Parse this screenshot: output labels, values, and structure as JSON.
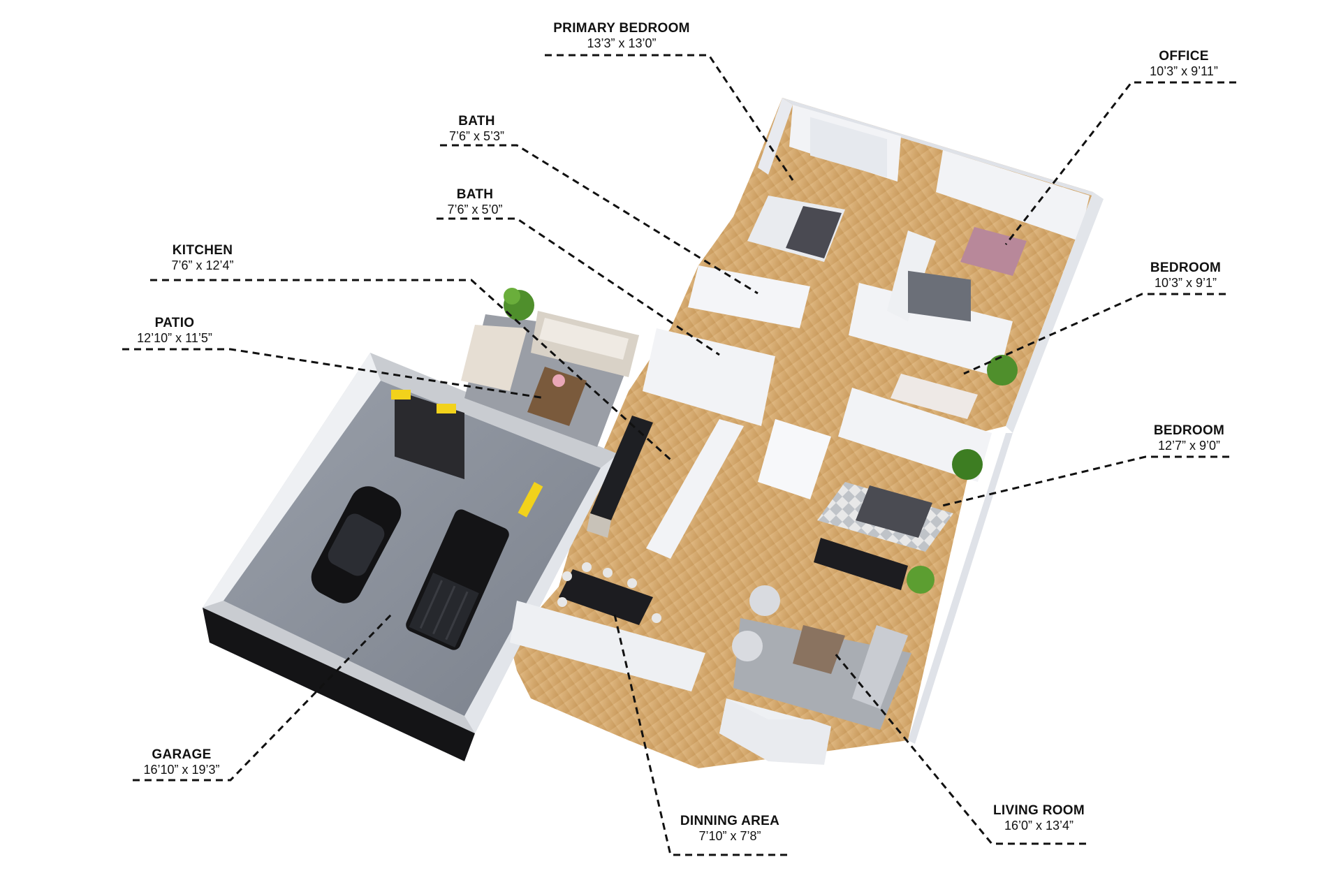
{
  "rooms": [
    {
      "id": "primary-bedroom",
      "name": "PRIMARY BEDROOM",
      "dims": "13’3” x 13’0”"
    },
    {
      "id": "office",
      "name": "OFFICE",
      "dims": "10’3” x 9’11”"
    },
    {
      "id": "bath-1",
      "name": "BATH",
      "dims": "7’6” x 5’3”"
    },
    {
      "id": "bath-2",
      "name": "BATH",
      "dims": "7’6” x 5’0”"
    },
    {
      "id": "kitchen",
      "name": "KITCHEN",
      "dims": "7’6” x 12’4”"
    },
    {
      "id": "patio",
      "name": "PATIO",
      "dims": "12’10” x 11’5”"
    },
    {
      "id": "bedroom-1",
      "name": "BEDROOM",
      "dims": "10’3” x 9’1”"
    },
    {
      "id": "bedroom-2",
      "name": "BEDROOM",
      "dims": "12’7” x 9’0”"
    },
    {
      "id": "garage",
      "name": "GARAGE",
      "dims": "16’10” x 19’3”"
    },
    {
      "id": "dinning-area",
      "name": "DINNING AREA",
      "dims": "7’10” x 7’8”"
    },
    {
      "id": "living-room",
      "name": "LIVING ROOM",
      "dims": "16’0” x 13’4”"
    }
  ],
  "colors": {
    "wall": "#f2f3f6",
    "wall_shade": "#d9dce3",
    "wood_floor": "#d8ad74",
    "garage_floor": "#8e949e",
    "garage_wall_dark": "#141416",
    "patio_floor": "#9a9ea6",
    "rug": "#a9adb3",
    "leader_line": "#111111",
    "accent_yellow": "#f2d21b",
    "plant_green": "#4f8f2c"
  }
}
